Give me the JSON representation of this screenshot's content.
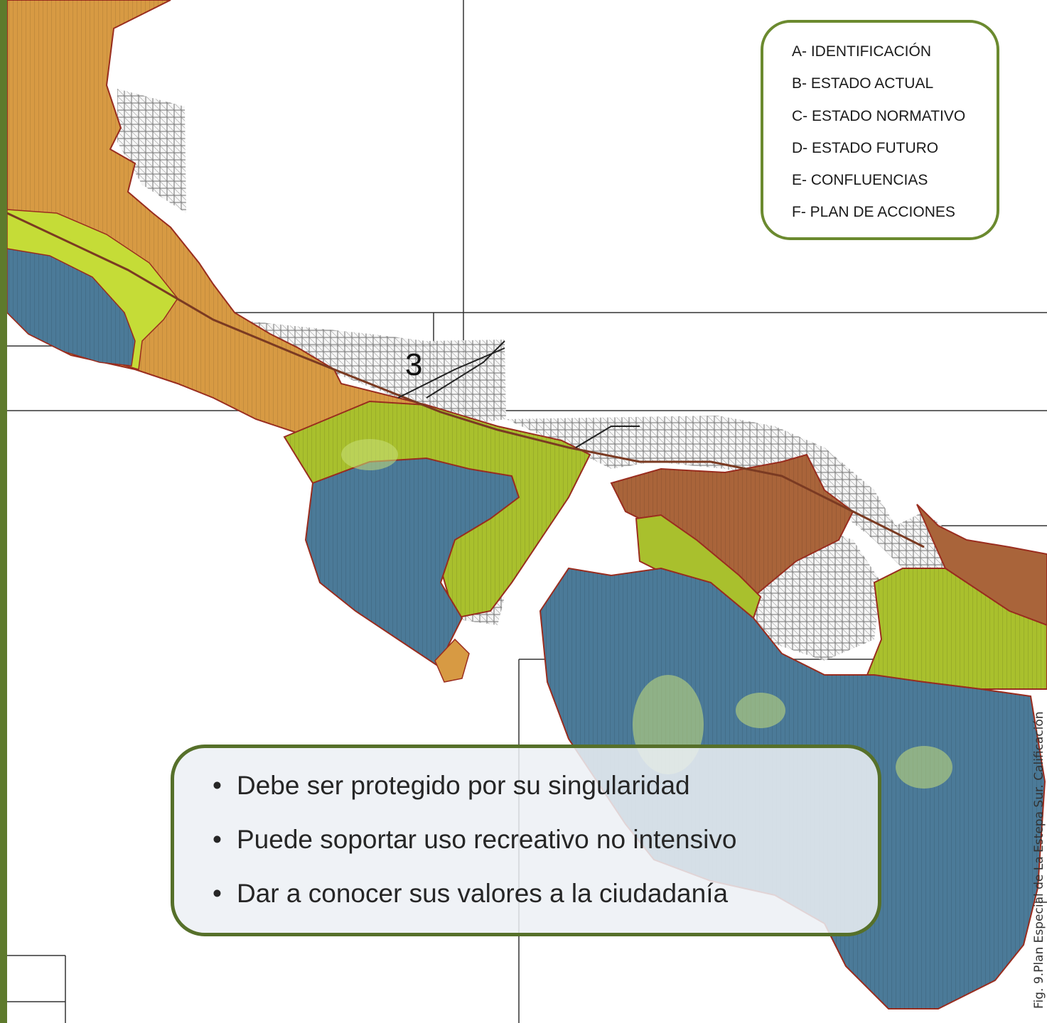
{
  "index": {
    "items": [
      "A- IDENTIFICACIÓN",
      "B- ESTADO ACTUAL",
      "C- ESTADO NORMATIVO",
      "D- ESTADO FUTURO",
      "E- CONFLUENCIAS",
      "F- PLAN DE ACCIONES"
    ]
  },
  "bullets": [
    "Debe ser protegido por su singularidad",
    "Puede soportar uso recreativo no intensivo",
    "Dar a conocer sus valores a la ciudadanía"
  ],
  "bullet_symbol": "•",
  "caption": "Fig. 9.Plan Especial de La Estepa Sur. Calificación",
  "map_text": {
    "sheet_number": "3"
  },
  "colors": {
    "orange_zone": "#d79a43",
    "lime_zone": "#b9cf2e",
    "olive_zone": "#9db52e",
    "blue_zone": "#4b7a98",
    "brown_zone": "#a9643a",
    "urban_gray": "#bdbdbd",
    "border_red": "#9a2d1f",
    "frame_green": "#6b8a2f"
  }
}
